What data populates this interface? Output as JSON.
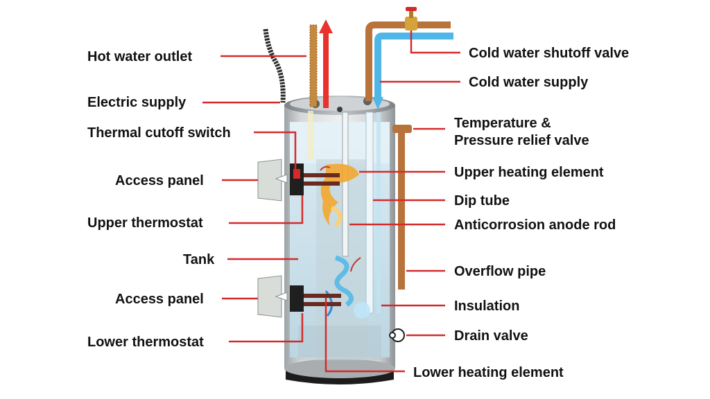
{
  "labels": {
    "hot_water_outlet": "Hot water outlet",
    "electric_supply": "Electric supply",
    "thermal_cutoff_switch": "Thermal cutoff switch",
    "access_panel_upper": "Access panel",
    "upper_thermostat": "Upper thermostat",
    "tank": "Tank",
    "access_panel_lower": "Access panel",
    "lower_thermostat": "Lower thermostat",
    "cold_water_shutoff_valve": "Cold water shutoff valve",
    "cold_water_supply": "Cold water supply",
    "temp_pressure_relief_line1": "Temperature &",
    "temp_pressure_relief_line2": "Pressure relief valve",
    "upper_heating_element": "Upper heating element",
    "dip_tube": "Dip tube",
    "anticorrosion_anode_rod": "Anticorrosion anode rod",
    "overflow_pipe": "Overflow pipe",
    "insulation": "Insulation",
    "drain_valve": "Drain valve",
    "lower_heating_element": "Lower heating element"
  },
  "colors": {
    "leader": "#d42a2a",
    "hot_arrow": "#e8322b",
    "cold_pipe": "#4fb6e8",
    "copper": "#b8733a",
    "brass": "#d4a33b",
    "tank_shell": "#c9ccce",
    "water": "#cfe3ec",
    "base": "#1c1c1c",
    "panel": "#d9ddd9",
    "thermostat": "#1f1f1f",
    "heat_glow": "#f3a62e"
  }
}
